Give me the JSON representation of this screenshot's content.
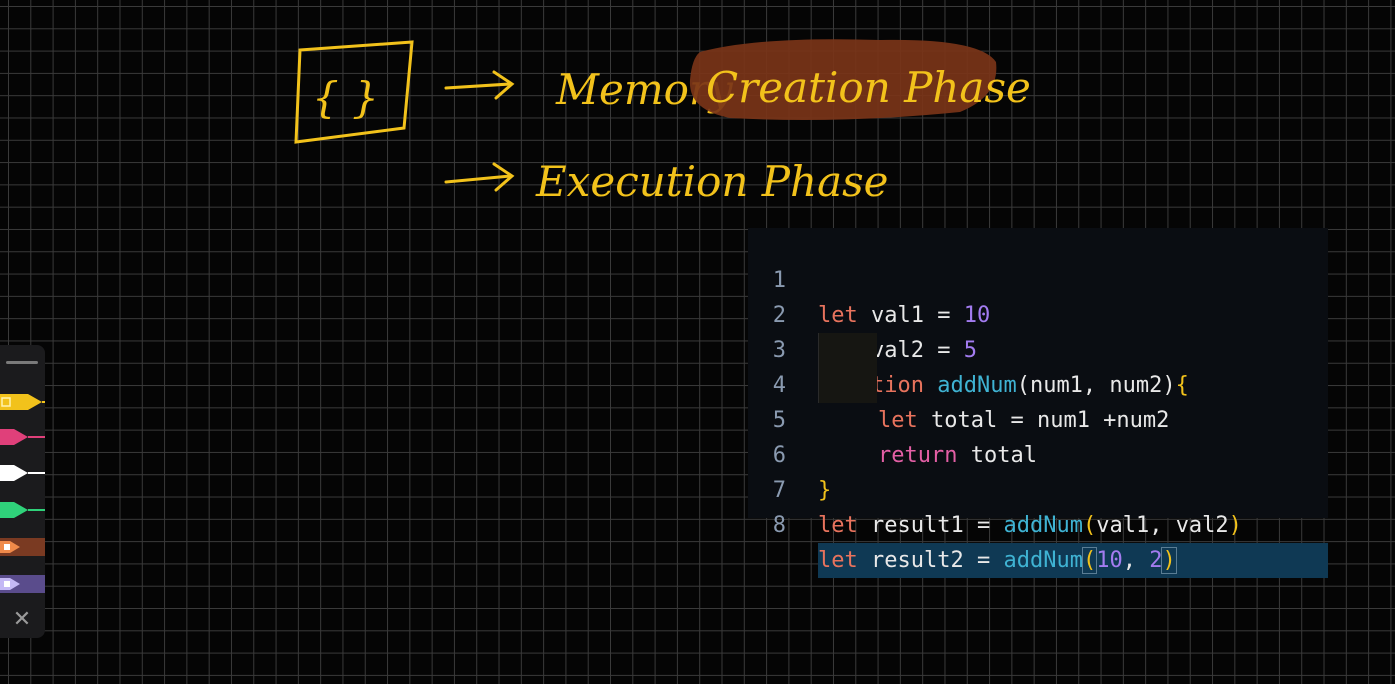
{
  "annotations": {
    "memory_label": "Memory",
    "creation_label": "Creation Phase",
    "execution_label": "Execution Phase",
    "braces": "{ }"
  },
  "code": {
    "lines": [
      {
        "num": "1"
      },
      {
        "num": "2"
      },
      {
        "num": "3"
      },
      {
        "num": "4"
      },
      {
        "num": "5"
      },
      {
        "num": "6"
      },
      {
        "num": "7"
      },
      {
        "num": "8"
      }
    ],
    "tokens": {
      "let": "let",
      "function": "function",
      "return": "return",
      "val1": "val1",
      "val2": "val2",
      "eq": " = ",
      "ten": "10",
      "five": "5",
      "addNum": "addNum",
      "params": "(num1, num2)",
      "lbrace": "{",
      "rbrace": "}",
      "total_decl": " total = num1 +num2",
      "total": " total",
      "result1": " result1",
      "result2": " result2",
      "args1": "(val1, val2)",
      "lparen": "(",
      "rparen": ")",
      "comma_sp": ", ",
      "two": "2",
      "space": " "
    }
  },
  "toolbar": {
    "pens": [
      {
        "name": "yellow-pen",
        "color": "#f2c21b"
      },
      {
        "name": "pink-pen",
        "color": "#e0407a"
      },
      {
        "name": "white-pen",
        "color": "#ffffff"
      },
      {
        "name": "green-pen",
        "color": "#2fd27a"
      },
      {
        "name": "brown-highlighter",
        "color": "#7a3a22"
      },
      {
        "name": "purple-highlighter",
        "color": "#5a4c8c"
      }
    ],
    "close_icon": "close-icon",
    "close_glyph": "✕"
  }
}
